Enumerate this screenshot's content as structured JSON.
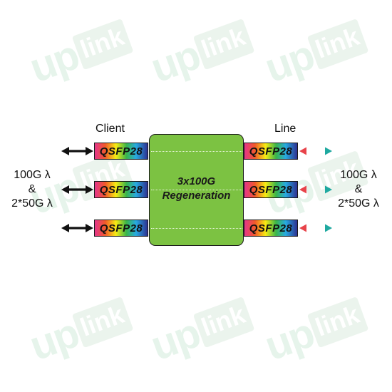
{
  "watermark": {
    "prefix": "up",
    "suffix": "link"
  },
  "labels": {
    "client": "Client",
    "line": "Line"
  },
  "rate_label": {
    "line1": "100G λ",
    "line2": "&",
    "line3": "2*50G λ"
  },
  "regenerator": {
    "line1": "3x100G",
    "line2": "Regeneration"
  },
  "module_label": "QSFP28",
  "client_modules": [
    {
      "label": "QSFP28"
    },
    {
      "label": "QSFP28"
    },
    {
      "label": "QSFP28"
    }
  ],
  "line_modules": [
    {
      "label": "QSFP28"
    },
    {
      "label": "QSFP28"
    },
    {
      "label": "QSFP28"
    }
  ],
  "colors": {
    "regen_fill": "#7cc242",
    "client_arrow": "#111111",
    "line_arrow_start": "#e8434a",
    "line_arrow_mid": "#f7c81e",
    "line_arrow_end": "#1fa9a0"
  }
}
